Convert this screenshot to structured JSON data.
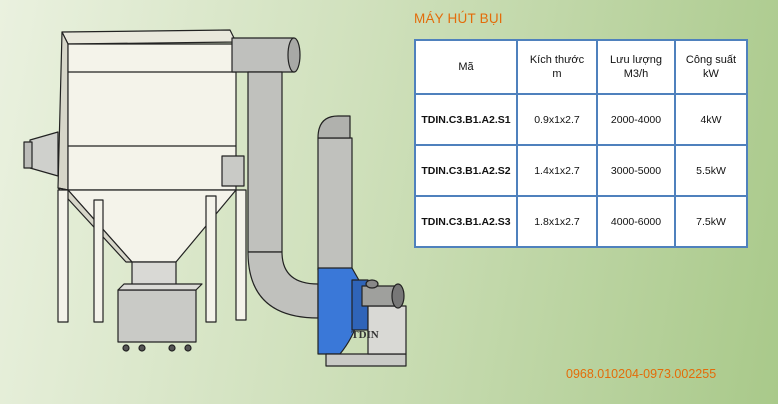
{
  "title": "MÁY HÚT BỤI",
  "table": {
    "headers": [
      {
        "line1": "Mã",
        "line2": ""
      },
      {
        "line1": "Kích thước",
        "line2": "m"
      },
      {
        "line1": "Lưu lượng",
        "line2": "M3/h"
      },
      {
        "line1": "Công suất",
        "line2": "kW"
      }
    ],
    "rows": [
      {
        "code": "TDIN.C3.B1.A2.S1",
        "size": "0.9x1x2.7",
        "flow": "2000-4000",
        "power": "4kW"
      },
      {
        "code": "TDIN.C3.B1.A2.S2",
        "size": "1.4x1x2.7",
        "flow": "3000-5000",
        "power": "5.5kW"
      },
      {
        "code": "TDIN.C3.B1.A2.S3",
        "size": "1.8x1x2.7",
        "flow": "4000-6000",
        "power": "7.5kW"
      }
    ]
  },
  "phone": "0968.010204-0973.002255",
  "machine": {
    "fan_label": "TDIN"
  },
  "colors": {
    "accent": "#e36c0a",
    "table_border": "#4f81bd",
    "fan_blue": "#3a78d8"
  }
}
